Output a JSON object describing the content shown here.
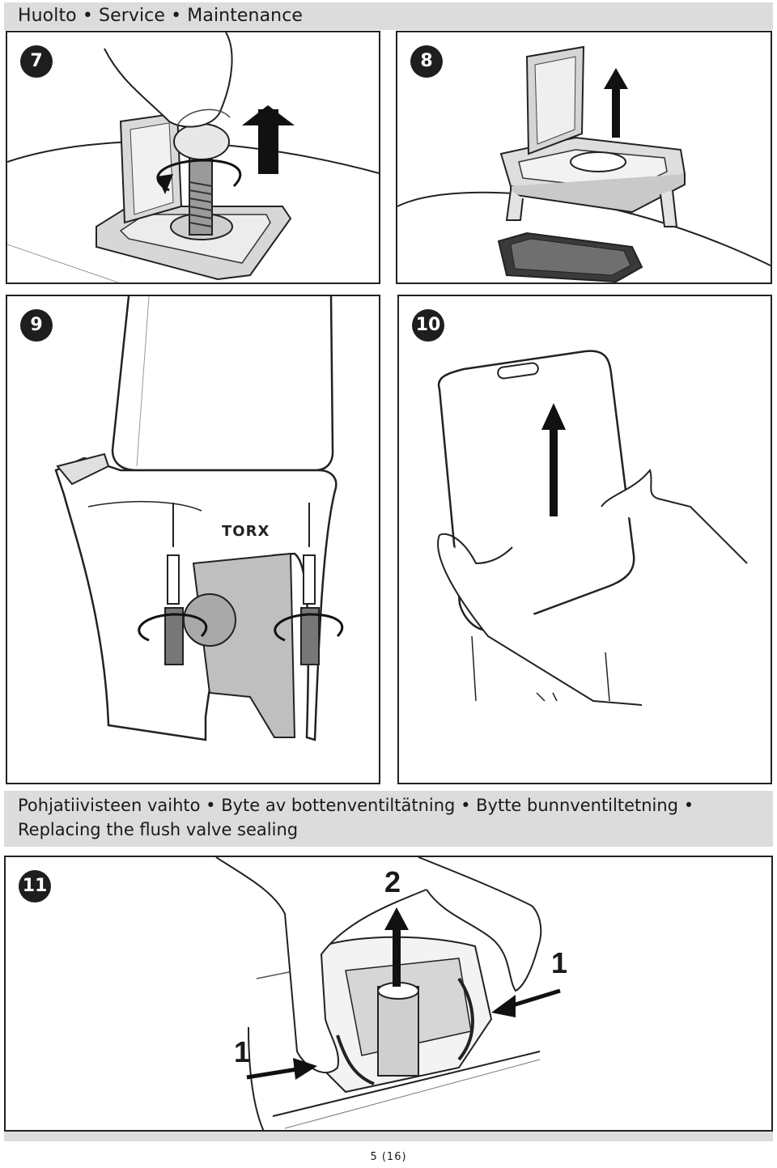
{
  "header": {
    "title": "Huolto • Service • Maintenance"
  },
  "steps": {
    "s7": "7",
    "s8": "8",
    "s9": "9",
    "s10": "10",
    "s11": "11"
  },
  "panel9": {
    "tool_label": "TORX"
  },
  "section": {
    "title_line1": "Pohjatiivisteen vaihto • Byte av bottenventiltätning • Bytte bunnventiltetning •",
    "title_line2": "Replacing the flush valve sealing"
  },
  "panel11": {
    "label_top": "2",
    "label_right": "1",
    "label_left": "1"
  },
  "footer": {
    "page": "5 (16)"
  },
  "colors": {
    "band": "#dcdcdc",
    "badge": "#1e1e1e",
    "line": "#222222"
  }
}
